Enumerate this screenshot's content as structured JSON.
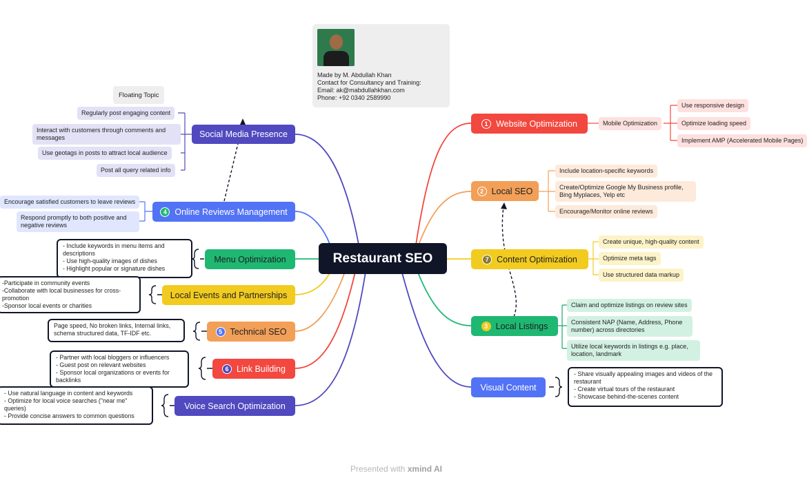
{
  "author_card": {
    "lines": [
      "Made by M. Abdullah Khan",
      "Contact for Consultancy and Training:",
      "Email: ak@mabdullahkhan.com",
      "Phone: +92 0340 2589990"
    ]
  },
  "center_topic": "Restaurant SEO",
  "floating_topic": "Floating Topic",
  "branches": {
    "website_optimization": {
      "number": "1",
      "label": "Website Optimization",
      "child": "Mobile Optimization",
      "items": [
        "Use responsive design",
        "Optimize loading speed",
        "Implement AMP (Accelerated Mobile Pages)"
      ]
    },
    "local_seo": {
      "number": "2",
      "label": "Local SEO",
      "items": [
        "Include location-specific keywords",
        "Create/Optimize Google My Business profile, Bing Myplaces, Yelp etc",
        "Encourage/Monitor online reviews"
      ]
    },
    "content_optimization": {
      "number": "7",
      "label": "Content Optimization",
      "items": [
        "Create unique, high-quality content",
        "Optimize meta tags",
        "Use structured data markup"
      ]
    },
    "local_listings": {
      "number": "3",
      "label": "Local Listings",
      "items": [
        "Claim and optimize listings on review sites",
        "Consistent NAP (Name, Address, Phone number) across directories",
        "Utilize local keywords in listings e.g. place, location, landmark"
      ]
    },
    "visual_content": {
      "label": "Visual Content",
      "note": [
        "- Share visually appealing images and videos of the restaurant",
        "- Create virtual tours of the restaurant",
        "- Showcase behind-the-scenes content"
      ]
    },
    "social_media": {
      "label": "Social Media Presence",
      "items": [
        "Regularly post engaging content",
        "Interact with customers through comments and messages",
        "Use geotags in posts to attract local audience",
        "Post all query related info"
      ]
    },
    "online_reviews": {
      "number": "4",
      "label": "Online Reviews Management",
      "items": [
        "Encourage satisfied customers to leave reviews",
        "Respond promptly to both positive and negative reviews"
      ]
    },
    "menu_optimization": {
      "label": "Menu Optimization",
      "note": [
        "- Include keywords in menu items and descriptions",
        "- Use high-quality images of dishes",
        "- Highlight popular or signature dishes"
      ]
    },
    "local_events": {
      "label": "Local Events and Partnerships",
      "note": [
        "-Participate in community events",
        "-Collaborate with local businesses for cross-promotion",
        "-Sponsor local events or charities"
      ]
    },
    "technical_seo": {
      "number": "5",
      "label": "Technical SEO",
      "note": [
        "Page speed, No broken links, Internal links, schema structured data, TF-IDF etc."
      ]
    },
    "link_building": {
      "number": "6",
      "label": "Link Building",
      "note": [
        "- Partner with local bloggers or influencers",
        "- Guest post on relevant websites",
        "- Sponsor local organizations or events for backlinks"
      ]
    },
    "voice_search": {
      "label": "Voice Search Optimization",
      "note": [
        "- Use natural language in content and keywords",
        "- Optimize for local voice searches (\"near me\" queries)",
        "- Provide concise answers to common questions"
      ]
    }
  },
  "footer": {
    "prefix": "Presented with",
    "brand": "xmind AI"
  },
  "colors": {
    "red": "#f2483f",
    "orange": "#f29f58",
    "yellow": "#f2cb20",
    "green": "#1fb873",
    "blue": "#5273f5",
    "indigo": "#5049bf",
    "teal_green": "#17a668",
    "dark": "#101528"
  }
}
